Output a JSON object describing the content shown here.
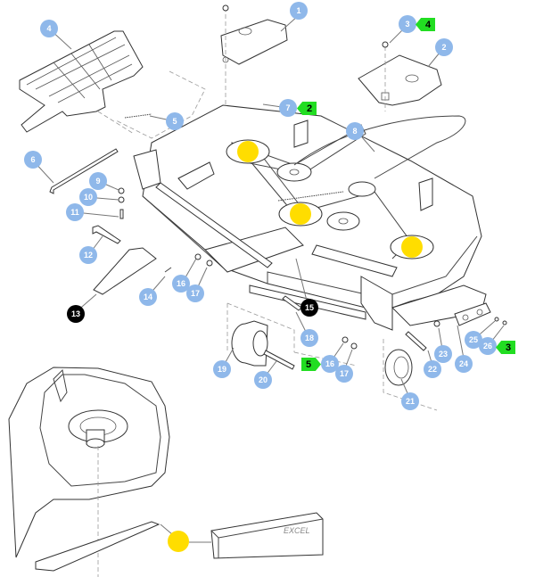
{
  "diagram": {
    "title": "Mower Deck Parts Diagram",
    "callouts": [
      {
        "id": "c1",
        "label": "1",
        "style": "blue"
      },
      {
        "id": "c2",
        "label": "2",
        "style": "blue"
      },
      {
        "id": "c3",
        "label": "3",
        "style": "blue"
      },
      {
        "id": "c4",
        "label": "4",
        "style": "blue"
      },
      {
        "id": "c5",
        "label": "5",
        "style": "blue"
      },
      {
        "id": "c6",
        "label": "6",
        "style": "blue"
      },
      {
        "id": "c7",
        "label": "7",
        "style": "blue"
      },
      {
        "id": "c8",
        "label": "8",
        "style": "blue"
      },
      {
        "id": "c9",
        "label": "9",
        "style": "blue"
      },
      {
        "id": "c10",
        "label": "10",
        "style": "blue"
      },
      {
        "id": "c11",
        "label": "11",
        "style": "blue"
      },
      {
        "id": "c12",
        "label": "12",
        "style": "blue"
      },
      {
        "id": "c13",
        "label": "13",
        "style": "black"
      },
      {
        "id": "c14",
        "label": "14",
        "style": "blue"
      },
      {
        "id": "c15",
        "label": "15",
        "style": "black"
      },
      {
        "id": "c16a",
        "label": "16",
        "style": "blue"
      },
      {
        "id": "c17a",
        "label": "17",
        "style": "blue"
      },
      {
        "id": "c16b",
        "label": "16",
        "style": "blue"
      },
      {
        "id": "c17b",
        "label": "17",
        "style": "blue"
      },
      {
        "id": "c18",
        "label": "18",
        "style": "blue"
      },
      {
        "id": "c19",
        "label": "19",
        "style": "blue"
      },
      {
        "id": "c20",
        "label": "20",
        "style": "blue"
      },
      {
        "id": "c21",
        "label": "21",
        "style": "blue"
      },
      {
        "id": "c22",
        "label": "22",
        "style": "blue"
      },
      {
        "id": "c23",
        "label": "23",
        "style": "blue"
      },
      {
        "id": "c24",
        "label": "24",
        "style": "blue"
      },
      {
        "id": "c25",
        "label": "25",
        "style": "blue"
      },
      {
        "id": "c26",
        "label": "26",
        "style": "blue"
      }
    ],
    "quantity_tags": [
      {
        "for": "3",
        "qty": "4"
      },
      {
        "for": "7",
        "qty": "2"
      },
      {
        "for": "16",
        "qty": "5"
      },
      {
        "for": "26",
        "qty": "3"
      }
    ],
    "hotspots": [
      {
        "name": "spindle-pulley-left",
        "color": "#ffdd00"
      },
      {
        "name": "spindle-pulley-center",
        "color": "#ffdd00"
      },
      {
        "name": "spindle-pulley-right",
        "color": "#ffdd00"
      },
      {
        "name": "blade-kit",
        "color": "#ffdd00"
      }
    ],
    "blade_box_text": "EXCEL",
    "colors": {
      "callout_blue": "#8fb8ea",
      "callout_black": "#000000",
      "qty_green": "#22dd22",
      "hotspot_yellow": "#ffdd00"
    }
  }
}
